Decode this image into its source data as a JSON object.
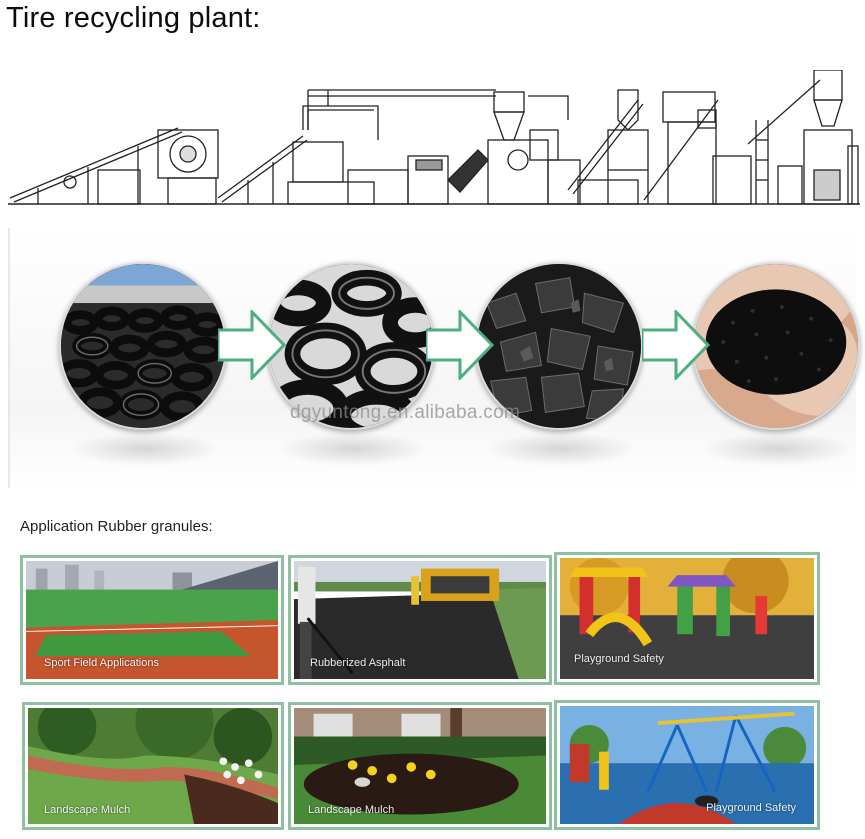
{
  "title": "Tire recycling plant:",
  "watermark": "dgyuntong.en.alibaba.com",
  "process": {
    "stages": [
      {
        "name": "waste-tires-pile",
        "icon": "tire-pile-icon"
      },
      {
        "name": "whole-tires-closeup",
        "icon": "tire-closeup-icon"
      },
      {
        "name": "shredded-rubber-chips",
        "icon": "rubber-chips-icon"
      },
      {
        "name": "rubber-granules-in-hand",
        "icon": "rubber-granules-icon"
      }
    ],
    "arrow_color": "#4caf7d"
  },
  "applications": {
    "heading": "Application Rubber granules:",
    "border_color": "#8fc0a2",
    "items": [
      {
        "caption": "Sport Field Applications"
      },
      {
        "caption": "Rubberized Asphalt"
      },
      {
        "caption": "Playground Safety"
      },
      {
        "caption": "Landscape Mulch"
      },
      {
        "caption": "Landscape Mulch"
      },
      {
        "caption": "Playground Safety"
      }
    ]
  }
}
